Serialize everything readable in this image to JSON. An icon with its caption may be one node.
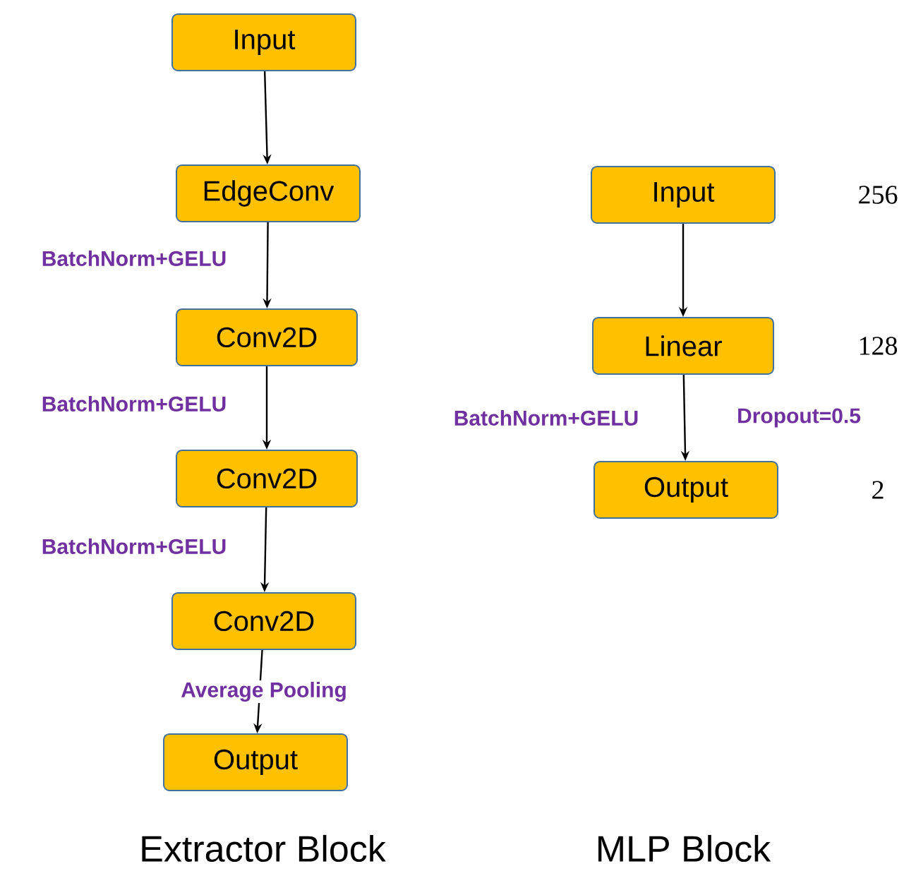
{
  "diagram": {
    "nodes": [
      {
        "text": [
          "Input"
        ]
      },
      {
        "text": [
          "EdgeConv"
        ]
      },
      {
        "text": [
          "Conv2D"
        ]
      },
      {
        "text": [
          "Conv2D"
        ]
      },
      {
        "text": [
          "Conv2D"
        ]
      },
      {
        "text": [
          "Output"
        ]
      },
      {
        "text": [
          "Input"
        ],
        "beside": [
          "256"
        ]
      },
      {
        "text": [
          "Linear"
        ],
        "beside": [
          "128"
        ]
      },
      {
        "text": [
          "Output"
        ],
        "beside": [
          "2"
        ]
      }
    ],
    "edges": [
      {
        "from": 0,
        "to": 1,
        "arrow": "to"
      },
      {
        "from": 1,
        "to": 2,
        "arrow": "to",
        "label": "BatchNorm+GELU"
      },
      {
        "from": 2,
        "to": 3,
        "arrow": "to",
        "label": "BatchNorm+GELU"
      },
      {
        "from": 3,
        "to": 4,
        "arrow": "to",
        "label": "BatchNorm+GELU"
      },
      {
        "from": 4,
        "to": 5,
        "arrow": "to",
        "label": "Average Pooling"
      },
      {
        "from": 6,
        "to": 7,
        "arrow": "to"
      },
      {
        "from": 7,
        "to": 8,
        "arrow": "to",
        "label": "BatchNorm+GELU"
      }
    ],
    "labels": [
      "Dropout=0.5",
      "Extractor Block",
      "MLP Block"
    ]
  }
}
